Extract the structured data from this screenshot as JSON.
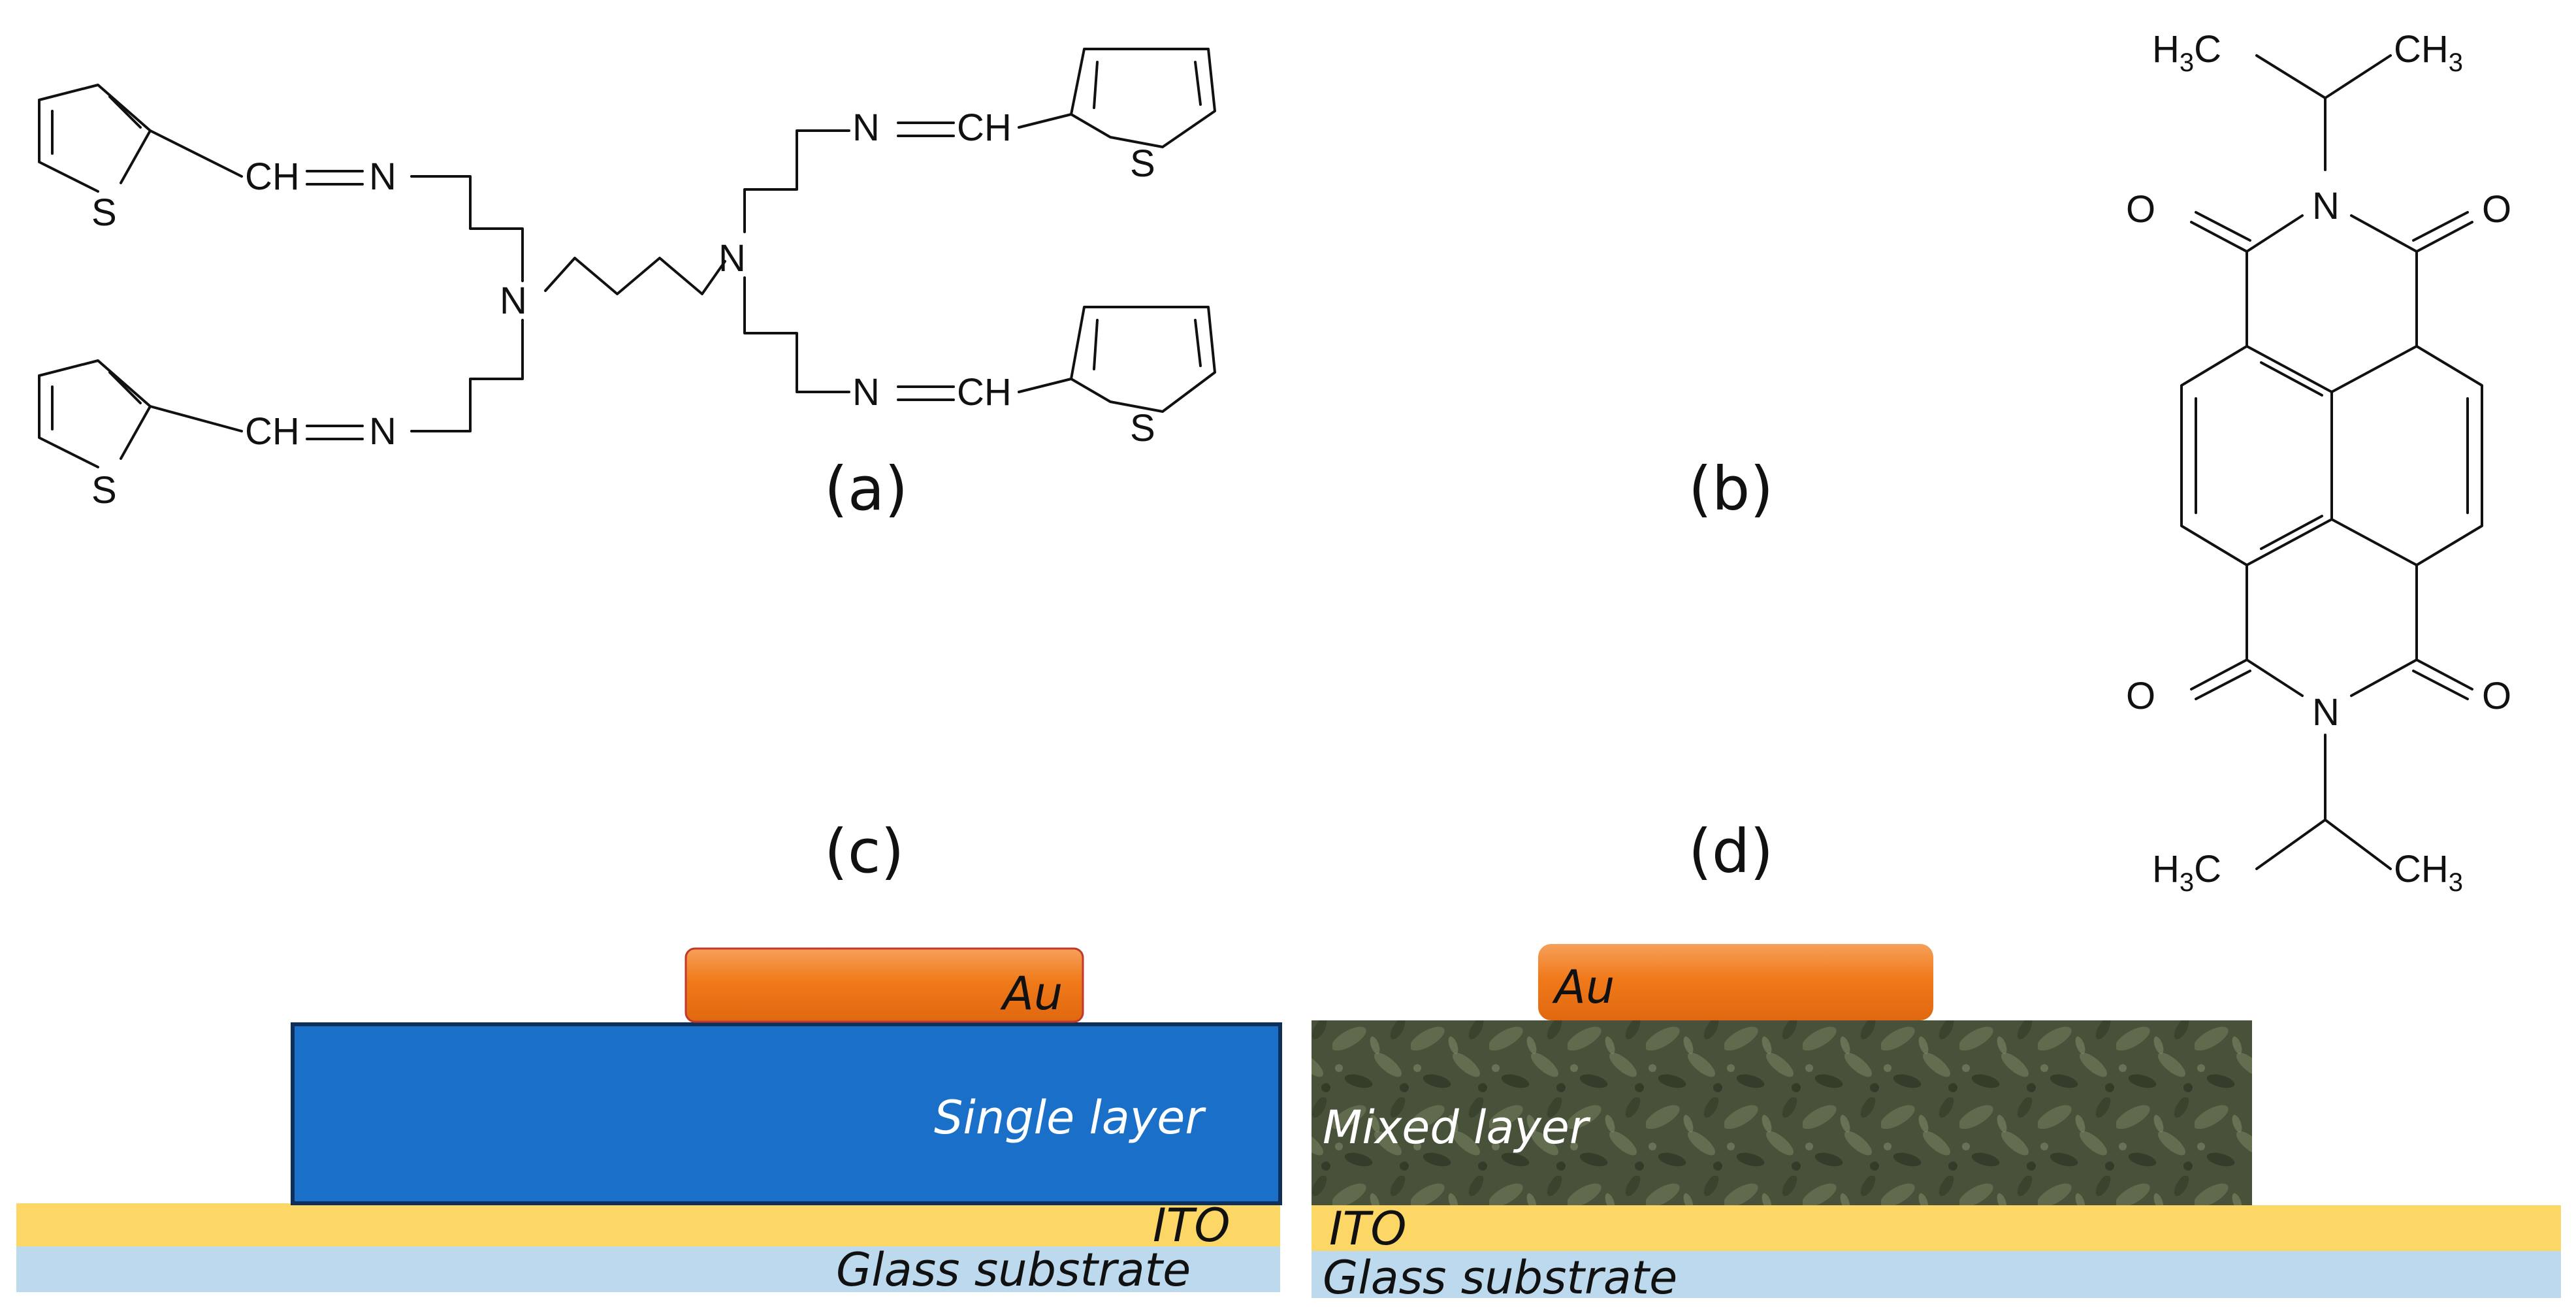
{
  "panel_labels": {
    "a": "(a)",
    "b": "(b)",
    "c": "(c)",
    "d": "(d)"
  },
  "molecule_a": {
    "sulfur": "S",
    "nitrogen": "N",
    "imine_ch": "CH",
    "imine_n": "N",
    "imine_equals": "="
  },
  "molecule_b": {
    "carbonyl_o": "O",
    "imide_n": "N",
    "methyl_h": "H",
    "methyl_c": "C",
    "methyl_sub": "3",
    "methyl_ch3": "CH",
    "methyl_ch3_sub": "3"
  },
  "device_c": {
    "electrode": "Au",
    "active_layer": "Single layer",
    "anode": "ITO",
    "substrate": "Glass substrate"
  },
  "device_d": {
    "electrode": "Au",
    "active_layer": "Mixed layer",
    "anode": "ITO",
    "substrate": "Glass substrate"
  },
  "colors": {
    "gold": "#f07a1a",
    "single_layer": "#1a70c8",
    "mixed_layer": "#4a5438",
    "ito": "#fdd766",
    "glass": "#bcd9ee"
  }
}
